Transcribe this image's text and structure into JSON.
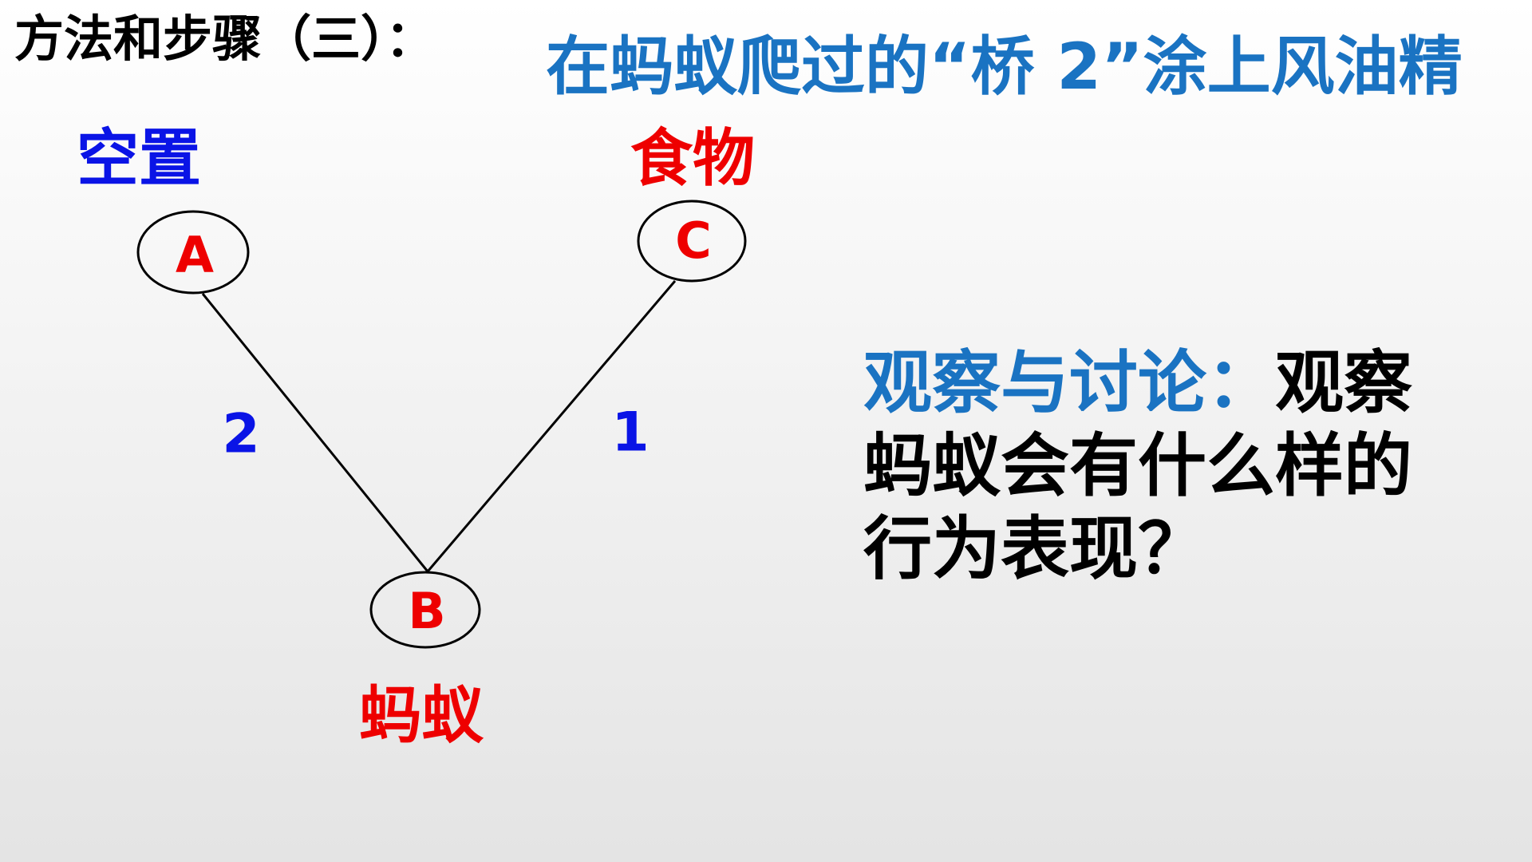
{
  "heading": "方法和步骤（三）：",
  "subtitle": "在蚂蚁爬过的“桥 2”涂上风油精",
  "colors": {
    "heading": "#000000",
    "subtitle": "#1a73c2",
    "blue_label": "#0a14e6",
    "red_label": "#ee0000",
    "node_letter": "#ee0000",
    "edge_label": "#0a14e6",
    "discussion_lead": "#1a73c2",
    "discussion_text": "#000000"
  },
  "diagram": {
    "nodes": {
      "A": {
        "letter": "A",
        "label": "空置"
      },
      "B": {
        "letter": "B",
        "label": "蚂蚁"
      },
      "C": {
        "letter": "C",
        "label": "食物"
      }
    },
    "edges": {
      "AB": {
        "from": "A",
        "to": "B",
        "label": "2"
      },
      "CB": {
        "from": "C",
        "to": "B",
        "label": "1"
      }
    }
  },
  "discussion": {
    "lead": "观察与讨论：",
    "line1_rest": "观察",
    "line2": "蚂蚁会有什么样的",
    "line3": "行为表现？"
  }
}
